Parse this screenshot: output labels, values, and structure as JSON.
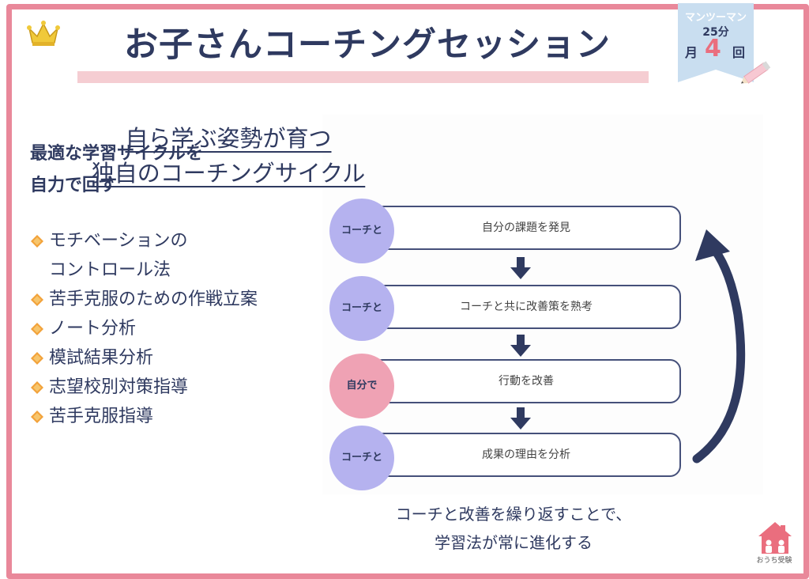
{
  "header": {
    "title": "お子さんコーチングセッション",
    "badge": {
      "line1": "マンツーマン",
      "line2": "25分",
      "month": "月",
      "count": "4",
      "unit": "回"
    }
  },
  "left": {
    "lead_line1": "最適な学習サイクルを",
    "lead_line2": "自力で回す",
    "items": [
      {
        "line1": "モチベーションの",
        "line2": "コントロール法"
      },
      {
        "line1": "苦手克服のための作戦立案"
      },
      {
        "line1": "ノート分析"
      },
      {
        "line1": "模試結果分析"
      },
      {
        "line1": "志望校別対策指導"
      },
      {
        "line1": "苦手克服指導"
      }
    ]
  },
  "cycle": {
    "title_line1": "自ら学ぶ姿勢が育つ",
    "title_line2": "独自のコーチングサイクル",
    "steps": [
      {
        "actor": "コーチと",
        "text": "自分の課題を発見"
      },
      {
        "actor": "コーチと",
        "text": "コーチと共に改善策を熟考"
      },
      {
        "actor": "自分で",
        "text": "行動を改善"
      },
      {
        "actor": "コーチと",
        "text": "成果の理由を分析"
      }
    ],
    "footer_line1": "コーチと改善を繰り返すことで、",
    "footer_line2": "学習法が常に進化する"
  },
  "logo": {
    "text": "おうち受験"
  },
  "colors": {
    "frame": "#e9889a",
    "navy": "#2f3a60",
    "coach": "#b5b2ef",
    "self": "#efa2b4",
    "accent": "#ea6e7e"
  },
  "icons": [
    "crown-icon",
    "pencil-icon",
    "diamond-bullet-icon",
    "down-arrow-icon",
    "loop-arrow-icon",
    "house-logo-icon"
  ]
}
